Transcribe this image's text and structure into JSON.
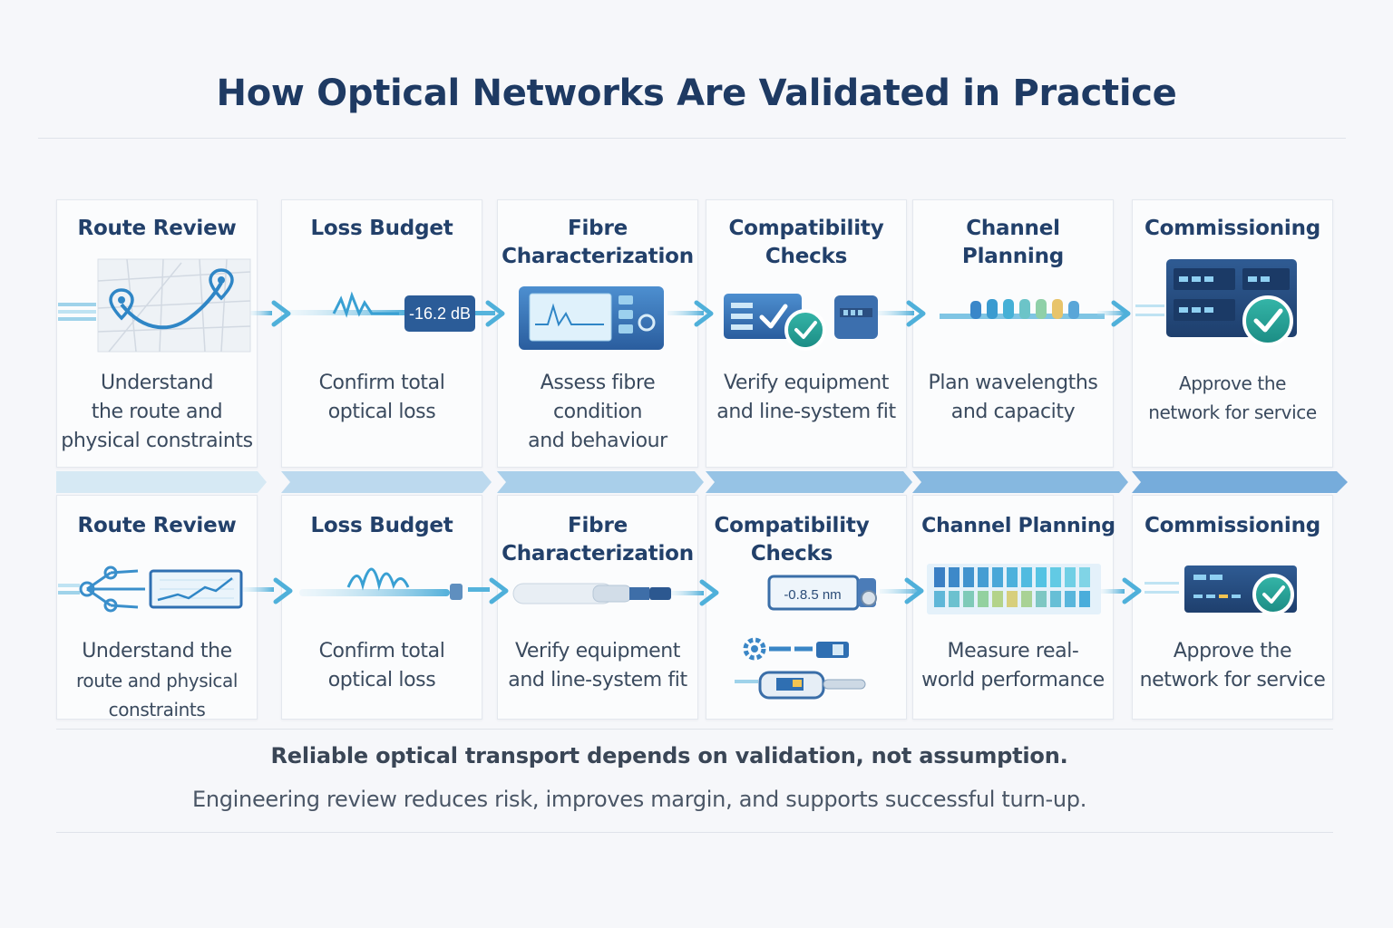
{
  "title": "How Optical Networks Are Validated in Practice",
  "row1": [
    {
      "heading": [
        "Route Review"
      ],
      "description": [
        "Understand",
        "the route and",
        "physical constraints"
      ],
      "icon": "route-map-icon"
    },
    {
      "heading": [
        "Loss Budget"
      ],
      "description": [
        "Confirm total",
        "optical loss"
      ],
      "icon": "loss-meter-icon",
      "readout": "-16.2 dB"
    },
    {
      "heading": [
        "Fibre",
        "Characterization"
      ],
      "description": [
        "Assess fibre",
        "condition",
        "and behaviour"
      ],
      "icon": "otdr-tester-icon"
    },
    {
      "heading": [
        "Compatibility",
        "Checks"
      ],
      "description": [
        "Verify equipment",
        "and line-system fit"
      ],
      "icon": "equipment-check-icon"
    },
    {
      "heading": [
        "Channel",
        "Planning"
      ],
      "description": [
        "Plan wavelengths",
        "and capacity"
      ],
      "icon": "wavelength-channels-icon"
    },
    {
      "heading": [
        "Commissioning"
      ],
      "description": [
        "Approve the",
        "network for service"
      ],
      "icon": "approved-rack-icon"
    }
  ],
  "row2": [
    {
      "heading": [
        "Route Review"
      ],
      "description": [
        "Understand the",
        "route and physical",
        "constraints"
      ],
      "icon": "route-graph-icon"
    },
    {
      "heading": [
        "Loss Budget"
      ],
      "description": [
        "Confirm total",
        "optical loss"
      ],
      "icon": "signal-connector-icon"
    },
    {
      "heading": [
        "Fibre",
        "Characterization"
      ],
      "description": [
        "Verify equipment",
        "and line-system fit"
      ],
      "icon": "fibre-probe-icon"
    },
    {
      "heading": [
        "Compatibility",
        "Checks"
      ],
      "description": [],
      "icon": "meter-connectors-icon",
      "readout": "-0.8.5 nm"
    },
    {
      "heading": [
        "Channel Planning"
      ],
      "description": [
        "Measure real-",
        "world performance"
      ],
      "icon": "channel-grid-icon"
    },
    {
      "heading": [
        "Commissioning"
      ],
      "description": [
        "Approve the",
        "network for service"
      ],
      "icon": "approved-unit-icon"
    }
  ],
  "footer": {
    "tagline": "Reliable optical transport depends on validation, not assumption.",
    "subline": "Engineering review reduces risk, improves margin, and supports successful turn-up."
  },
  "colors": {
    "title": "#1e3a63",
    "accent": "#3fa7d6",
    "navy": "#2d5a9b",
    "check": "#22a39a"
  }
}
